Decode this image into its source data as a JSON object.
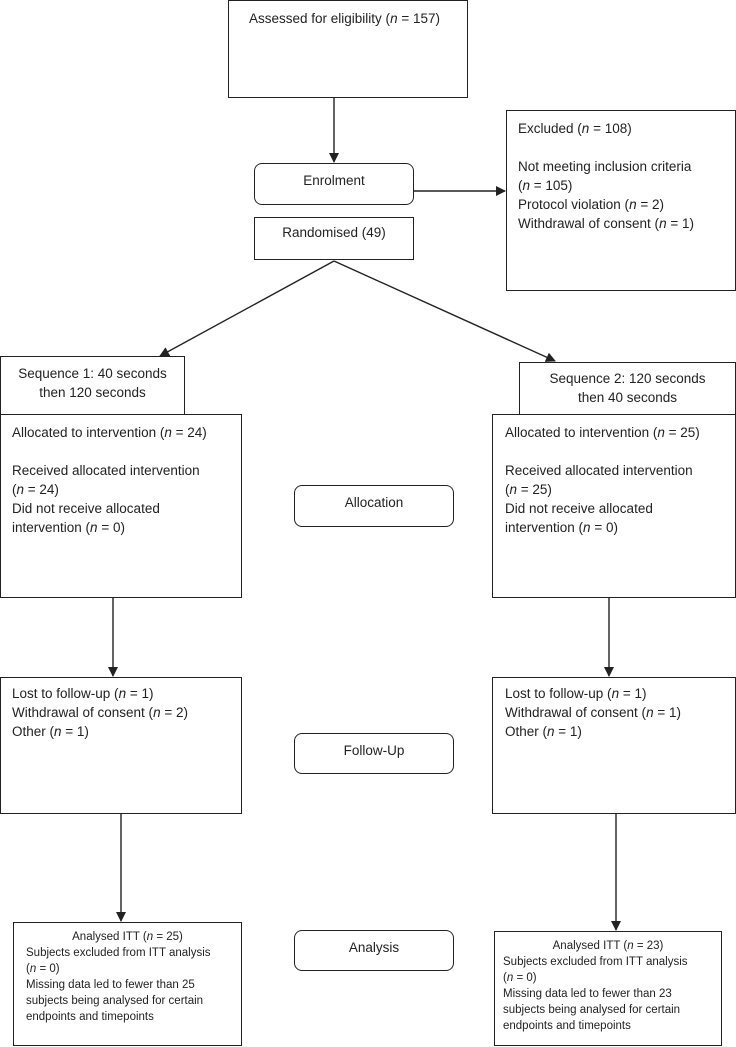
{
  "assessed": {
    "pre": "Assessed for eligibility (",
    "n": "n",
    "post": " = 157)"
  },
  "enrolment": "Enrolment",
  "randomised": "Randomised (49)",
  "excluded": {
    "title": {
      "pre": "Excluded (",
      "n": "n",
      "post": " = 108)"
    },
    "l1": "Not meeting inclusion criteria",
    "l2": {
      "pre": "(",
      "n": "n",
      "post": " = 105)"
    },
    "l3": {
      "pre": "Protocol violation (",
      "n": "n",
      "post": " = 2)"
    },
    "l4": {
      "pre": "Withdrawal of consent (",
      "n": "n",
      "post": " = 1)"
    }
  },
  "stages": {
    "allocation": "Allocation",
    "followup": "Follow-Up",
    "analysis": "Analysis"
  },
  "seq1": {
    "l1": "Sequence 1: 40 seconds",
    "l2": "then 120 seconds"
  },
  "seq2": {
    "l1": "Sequence 2: 120 seconds",
    "l2": "then 40 seconds"
  },
  "left": {
    "alloc": {
      "a": {
        "pre": "Allocated to intervention (",
        "n": "n",
        "post": " = 24)"
      },
      "b": "Received allocated intervention",
      "c": {
        "pre": "(",
        "n": "n",
        "post": " = 24)"
      },
      "d": "Did not receive allocated",
      "e": {
        "pre": "intervention (",
        "n": "n",
        "post": " = 0)"
      }
    },
    "follow": {
      "a": {
        "pre": "Lost to follow-up (",
        "n": "n",
        "post": " = 1)"
      },
      "b": {
        "pre": "Withdrawal of consent (",
        "n": "n",
        "post": " = 2)"
      },
      "c": {
        "pre": "Other (",
        "n": "n",
        "post": " = 1)"
      }
    },
    "analysis": {
      "a": {
        "pre": "Analysed ITT (",
        "n": "n",
        "post": " = 25)"
      },
      "b": "Subjects excluded from ITT analysis",
      "c": {
        "pre": "(",
        "n": "n",
        "post": " = 0)"
      },
      "d": "Missing data led to fewer than 25",
      "e": "subjects being analysed for certain",
      "f": "endpoints and timepoints"
    }
  },
  "right": {
    "alloc": {
      "a": {
        "pre": "Allocated to intervention (",
        "n": "n",
        "post": " = 25)"
      },
      "b": "Received allocated intervention",
      "c": {
        "pre": "(",
        "n": "n",
        "post": " = 25)"
      },
      "d": "Did not receive allocated",
      "e": {
        "pre": "intervention (",
        "n": "n",
        "post": " = 0)"
      }
    },
    "follow": {
      "a": {
        "pre": "Lost to follow-up (",
        "n": "n",
        "post": " = 1)"
      },
      "b": {
        "pre": "Withdrawal of consent (",
        "n": "n",
        "post": " = 1)"
      },
      "c": {
        "pre": "Other (",
        "n": "n",
        "post": " = 1)"
      }
    },
    "analysis": {
      "a": {
        "pre": "Analysed ITT (",
        "n": "n",
        "post": " = 23)"
      },
      "b": "Subjects excluded from ITT analysis",
      "c": {
        "pre": "(",
        "n": "n",
        "post": " = 0)"
      },
      "d": "Missing data led to fewer than 23",
      "e": "subjects being analysed for certain",
      "f": "endpoints and timepoints"
    }
  }
}
